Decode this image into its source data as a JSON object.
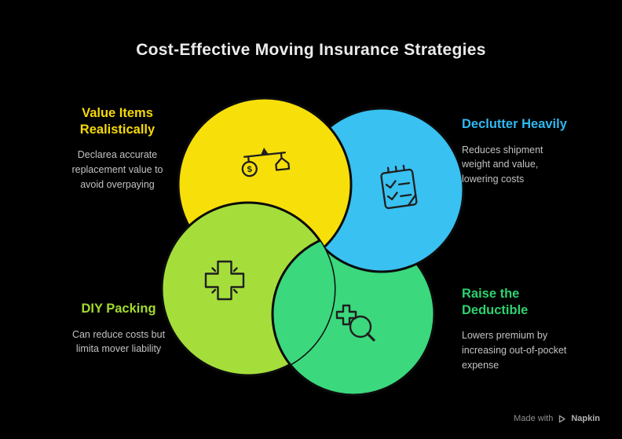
{
  "title": "Cost-Effective Moving Insurance Strategies",
  "colors": {
    "background": "#000000",
    "title_text": "#EBEBEB",
    "description_text": "#C2C2C2",
    "outline": "#0B0B0B",
    "yellow": "#F7DF0A",
    "blue": "#38C1F1",
    "lime": "#A5DE3B",
    "green": "#3BD87D",
    "watermark": "#8F8F8F"
  },
  "items": [
    {
      "id": "value-items-realistically",
      "heading": "Value Items\nRealistically",
      "description": "Declarea accurate\nreplacement value to\navoid overpaying",
      "color": "#F5D908",
      "icon": "balance-scale-icon"
    },
    {
      "id": "declutter-heavily",
      "heading": "Declutter Heavily",
      "description": "Reduces shipment\nweight and value,\nlowering costs",
      "color": "#2FB9F2",
      "icon": "checklist-icon"
    },
    {
      "id": "diy-packing",
      "heading": "DIY Packing",
      "description": "Can reduce costs but\nlimita mover liability",
      "color": "#A4DA2A",
      "icon": "plus-cross-icon"
    },
    {
      "id": "raise-the-deductible",
      "heading": "Raise the\nDeductible",
      "description": "Lowers premium by\nincreasing out-of-pocket\nexpense",
      "color": "#2ED16F",
      "icon": "magnifier-plus-icon"
    }
  ],
  "watermark": {
    "prefix": "Made with",
    "brand": "Napkin"
  }
}
